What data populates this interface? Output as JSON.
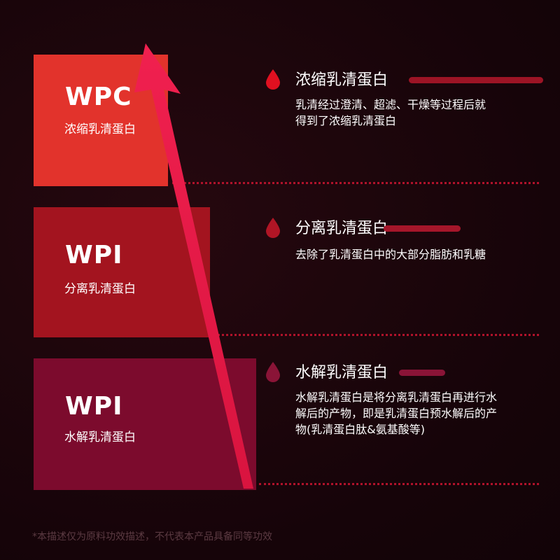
{
  "cards": [
    {
      "code": "WPC",
      "label": "浓缩乳清蛋白",
      "color": "#e2332c"
    },
    {
      "code": "WPI",
      "label": "分离乳清蛋白",
      "color": "#a3141f"
    },
    {
      "code": "WPI",
      "label": "水解乳清蛋白",
      "color": "#7c0b2d"
    }
  ],
  "details": [
    {
      "title": "浓缩乳清蛋白",
      "drop_color": "#e01020",
      "desc": [
        "乳清经过澄清、超滤、干燥等过程后就",
        "得到了浓缩乳清蛋白"
      ]
    },
    {
      "title": "分离乳清蛋白",
      "drop_color": "#b01525",
      "desc": [
        "去除了乳清蛋白中的大部分脂肪和乳糖"
      ]
    },
    {
      "title": "水解乳清蛋白",
      "drop_color": "#8a1437",
      "desc": [
        "水解乳清蛋白是将分离乳清蛋白再进行水",
        "解后的产物，即是乳清蛋白预水解后的产",
        "物(乳清蛋白肽&氨基酸等)"
      ]
    }
  ],
  "footnote": "*本描述仅为原料功效描述，不代表本产品具备同等功效",
  "colors": {
    "background": "#160409",
    "arrow": "#e8194a",
    "dotted_line": "#b0122a"
  },
  "icons": [
    "blood-drop-icon",
    "upward-arrow-icon"
  ]
}
